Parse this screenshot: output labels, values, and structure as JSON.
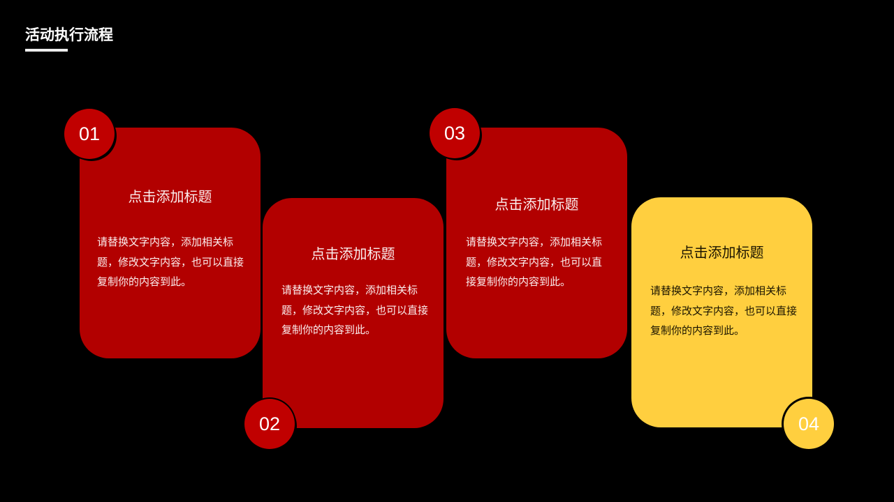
{
  "slide": {
    "title": "活动执行流程",
    "colors": {
      "background": "#000000",
      "red": "#b20000",
      "badge_red": "#c00000",
      "yellow": "#ffcf3f",
      "text_light": "#ffffff",
      "text_dark": "#1a1400"
    }
  },
  "steps": [
    {
      "number": "01",
      "title": "点击添加标题",
      "body": "请替换文字内容，添加相关标题，修改文字内容，也可以直接复制你的内容到此。",
      "color": "red"
    },
    {
      "number": "02",
      "title": "点击添加标题",
      "body": "请替换文字内容，添加相关标题，修改文字内容，也可以直接复制你的内容到此。",
      "color": "red"
    },
    {
      "number": "03",
      "title": "点击添加标题",
      "body": "请替换文字内容，添加相关标题，修改文字内容，也可以直接复制你的内容到此。",
      "color": "red"
    },
    {
      "number": "04",
      "title": "点击添加标题",
      "body": "请替换文字内容，添加相关标题，修改文字内容，也可以直接复制你的内容到此。",
      "color": "yellow"
    }
  ]
}
